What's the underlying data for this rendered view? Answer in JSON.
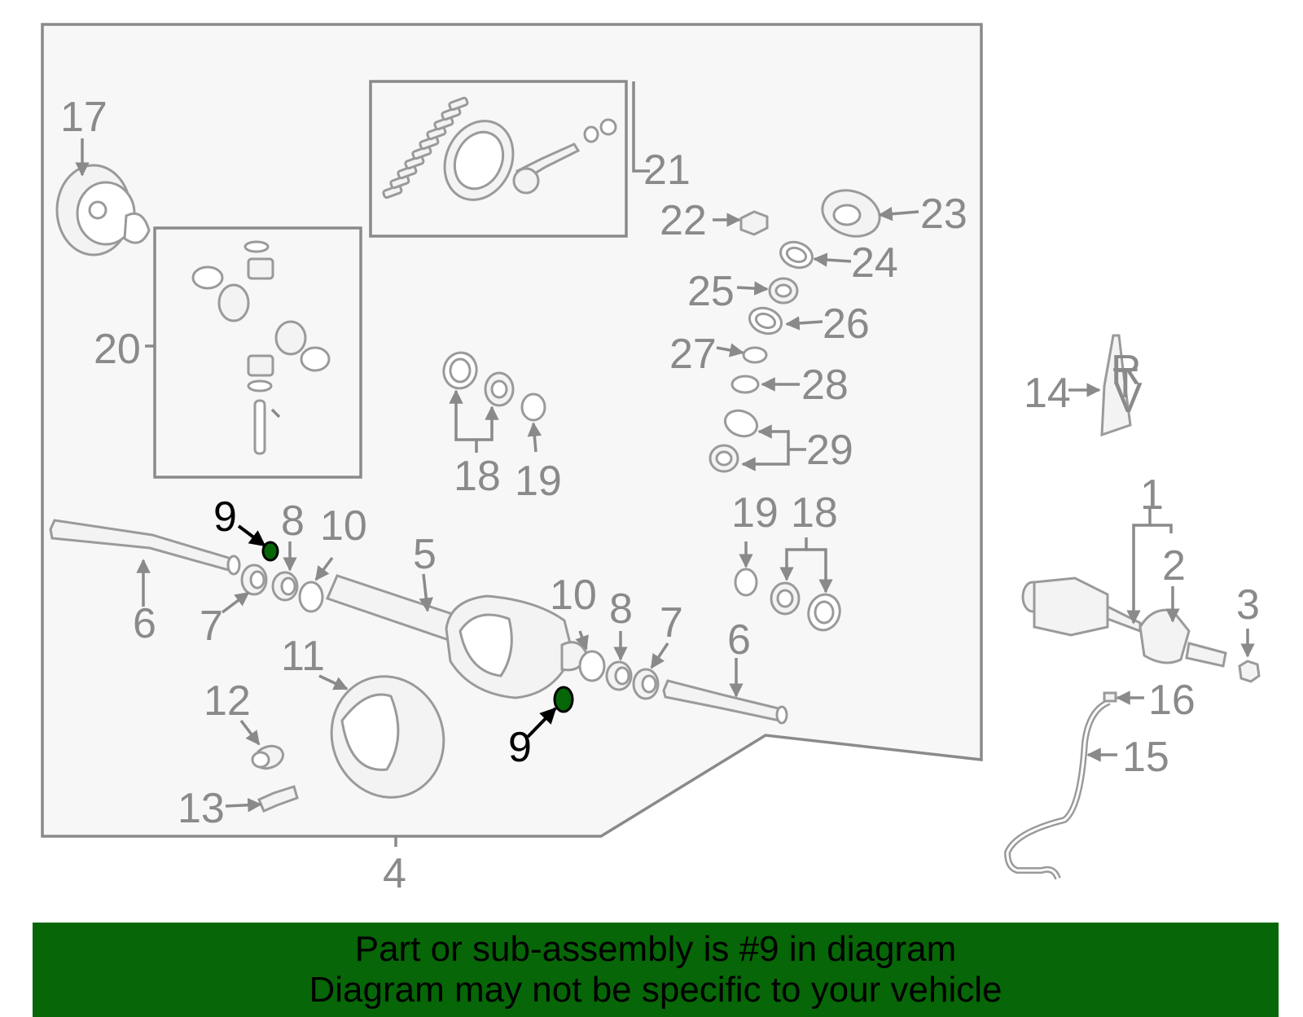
{
  "callouts": {
    "c1": "1",
    "c2": "2",
    "c3": "3",
    "c4": "4",
    "c5": "5",
    "c6a": "6",
    "c6b": "6",
    "c7a": "7",
    "c7b": "7",
    "c8a": "8",
    "c8b": "8",
    "c9a": "9",
    "c9b": "9",
    "c10a": "10",
    "c10b": "10",
    "c11": "11",
    "c12": "12",
    "c13": "13",
    "c14": "14",
    "c15": "15",
    "c16": "16",
    "c17": "17",
    "c18a": "18",
    "c18b": "18",
    "c19a": "19",
    "c19b": "19",
    "c20": "20",
    "c21": "21",
    "c22": "22",
    "c23": "23",
    "c24": "24",
    "c25": "25",
    "c26": "26",
    "c27": "27",
    "c28": "28",
    "c29": "29"
  },
  "tube_letters": [
    "R",
    "T",
    "V"
  ],
  "highlight_color": "#076607",
  "banner": {
    "line1": "Part or sub-assembly is #9 in diagram",
    "line2": "Diagram may not be specific to your vehicle"
  }
}
